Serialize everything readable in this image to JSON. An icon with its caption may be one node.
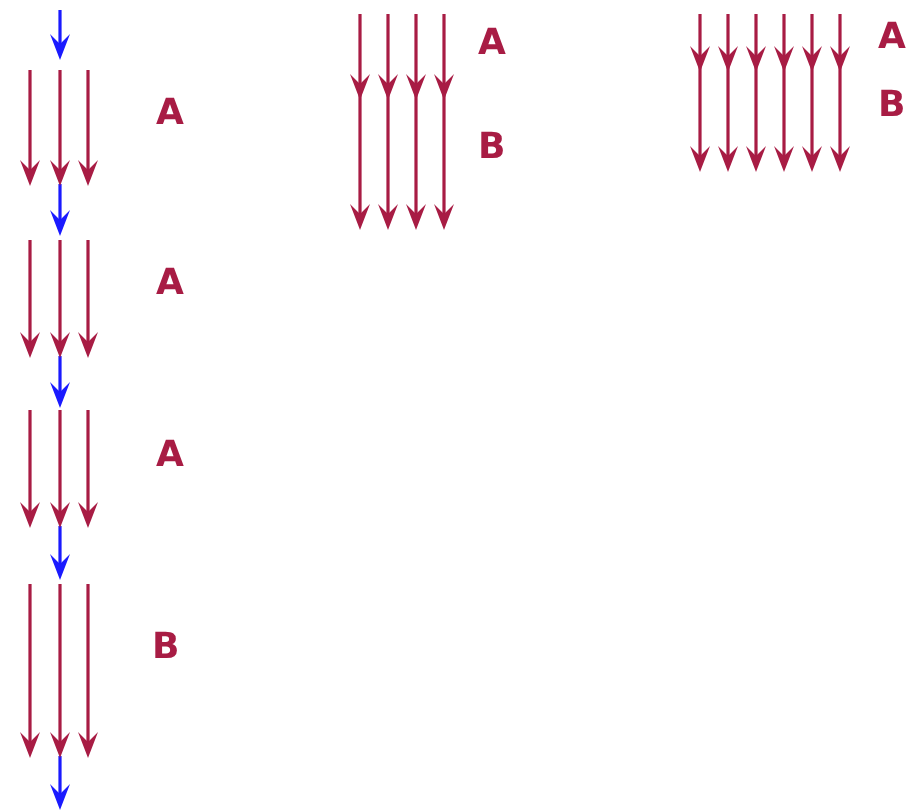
{
  "diagram": {
    "labels": [
      "A",
      "A",
      "A",
      "B",
      "A",
      "B",
      "A",
      "B"
    ]
  }
}
